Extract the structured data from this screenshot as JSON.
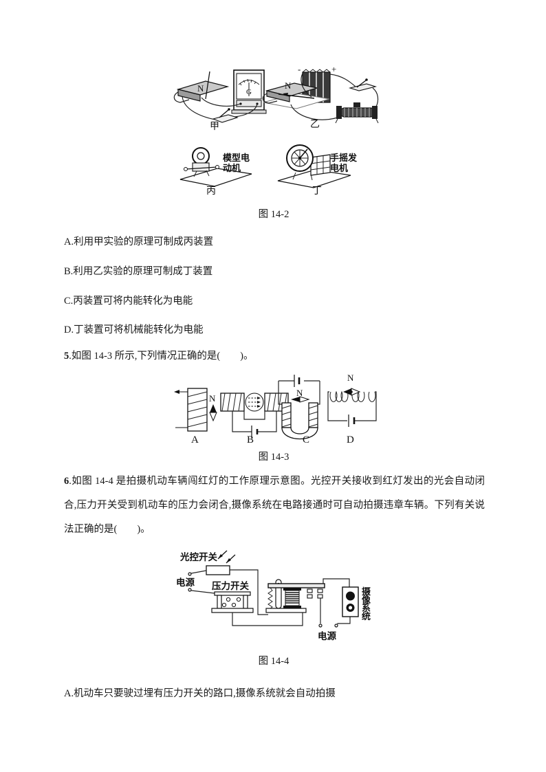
{
  "figure14_2": {
    "caption": "图 14-2",
    "jia": {
      "label": "甲",
      "n": "N",
      "g": "G"
    },
    "yi": {
      "label": "乙",
      "n": "N",
      "minus": "-",
      "plus": "+"
    },
    "bing": {
      "label": "丙",
      "name_line1": "模型电",
      "name_line2": "动机"
    },
    "ding": {
      "label": "丁",
      "name_line1": "手摇发",
      "name_line2": "电机"
    }
  },
  "options_q4": {
    "a": "A.利用甲实验的原理可制成丙装置",
    "b": "B.利用乙实验的原理可制成丁装置",
    "c": "C.丙装置可将内能转化为电能",
    "d": "D.丁装置可将机械能转化为电能"
  },
  "question5": {
    "number": "5",
    "text": ".如图 14-3 所示,下列情况正确的是(　　)。"
  },
  "figure14_3": {
    "caption": "图 14-3",
    "a": {
      "label": "A",
      "n": "N"
    },
    "b": {
      "label": "B"
    },
    "c": {
      "label": "C",
      "n": "N"
    },
    "d": {
      "label": "D",
      "n": "N"
    }
  },
  "question6": {
    "number": "6",
    "text": ".如图 14-4 是拍摄机动车辆闯红灯的工作原理示意图。光控开关接收到红灯发出的光会自动闭合,压力开关受到机动车的压力会闭合,摄像系统在电路接通时可自动拍摄违章车辆。下列有关说法正确的是(　　)。"
  },
  "figure14_4": {
    "caption": "图 14-4",
    "light_switch": "光控开关",
    "power_left": "电源",
    "pressure_switch": "压力开关",
    "camera_char1": "摄",
    "camera_char2": "像",
    "camera_char3": "系",
    "camera_char4": "统",
    "power_bottom": "电源"
  },
  "option_q6a": "A.机动车只要驶过埋有压力开关的路口,摄像系统就会自动拍摄"
}
